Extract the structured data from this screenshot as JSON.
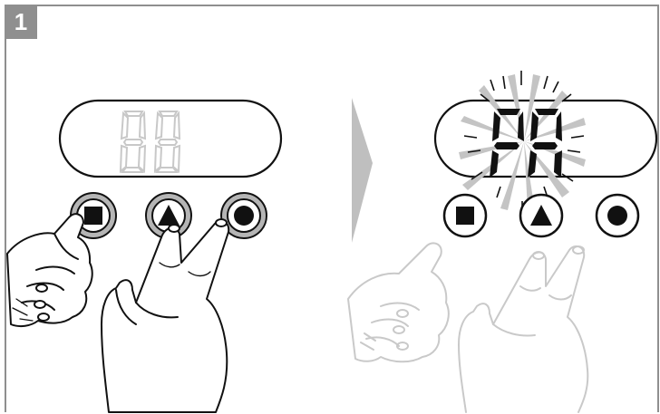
{
  "step": {
    "number": "1"
  },
  "before": {
    "display": "88 (unlit)",
    "buttons": [
      "square-button",
      "triangle-button",
      "circle-button"
    ],
    "pressed": [
      "square-button",
      "triangle-button",
      "circle-button"
    ]
  },
  "after": {
    "display": "PR",
    "state": "flashing"
  },
  "colors": {
    "frame": "#8f8f8f",
    "pressed_button": "#b8b8b8",
    "unlit_segment": "#cfcfcf",
    "faded": "#c9c9c9",
    "flash_rays": "#c4c4c4"
  },
  "icons": [
    "square-icon",
    "triangle-icon",
    "circle-icon",
    "hand-icon",
    "arrow-icon"
  ]
}
